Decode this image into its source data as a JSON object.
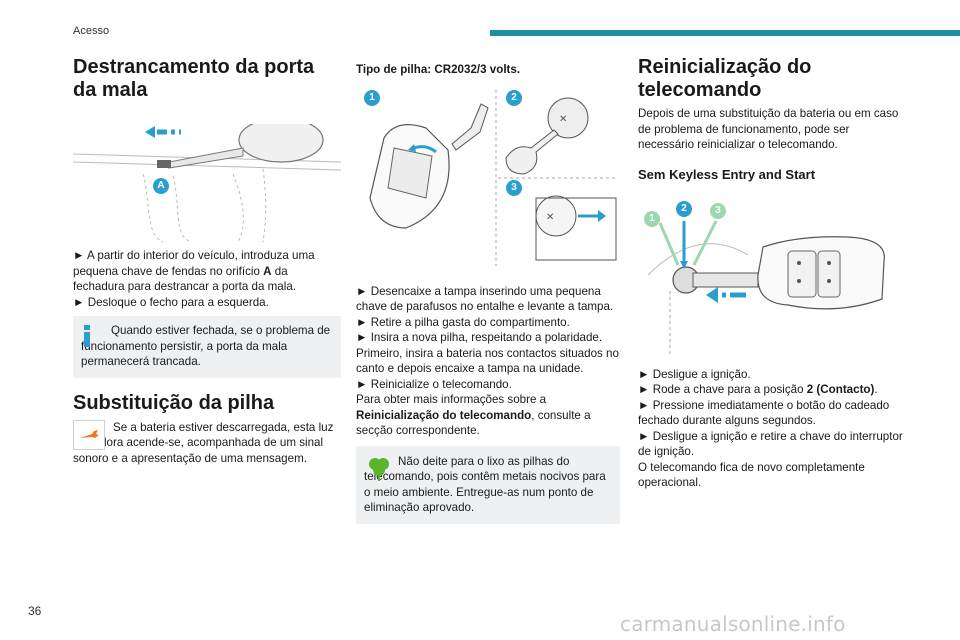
{
  "header": {
    "section": "Acesso",
    "accent_color": "#1e8fa0"
  },
  "page_number": "36",
  "watermark": "carmanualsonline.info",
  "col1": {
    "title": "Destrancamento da porta da mala",
    "figure_label_a": "A",
    "para1_pre": "► A partir do interior do veículo, introduza uma pequena chave de fendas no orifício ",
    "para1_bold": "A",
    "para1_post": " da fechadura para destrancar a porta da mala.",
    "para2": "► Desloque o fecho para a esquerda.",
    "note": "Quando estiver fechada, se o problema de funcionamento persistir, a porta da mala permanecerá trancada.",
    "title2": "Substituição da pilha",
    "warning": "Se a bateria estiver descarregada, esta luz avisadora acende-se, acompanhada de um sinal sonoro e a apresentação de uma mensagem."
  },
  "col2": {
    "battery_type": "Tipo de pilha: CR2032/3 volts.",
    "fig_labels": [
      "1",
      "2",
      "3"
    ],
    "steps": [
      "► Desencaixe a tampa inserindo uma pequena chave de parafusos no entalhe e levante a tampa.",
      "► Retire a pilha gasta do compartimento.",
      "► Insira a nova pilha, respeitando a polaridade. Primeiro, insira a bateria nos contactos situados no canto e depois encaixe a tampa na unidade.",
      "► Reinicialize o telecomando."
    ],
    "more_pre": "Para obter mais informações sobre a ",
    "more_bold": "Reinicialização do telecomando",
    "more_post": ", consulte a secção correspondente.",
    "eco_note": "Não deite para o lixo as pilhas do telecomando, pois contêm metais nocivos para o meio ambiente. Entregue-as num ponto de eliminação aprovado."
  },
  "col3": {
    "title": "Reinicialização do telecomando",
    "intro": "Depois de uma substituição da bateria ou em caso de problema de funcionamento, pode ser necessário reinicializar o telecomando.",
    "subtitle": "Sem Keyless Entry and Start",
    "fig_labels": [
      "1",
      "2",
      "3"
    ],
    "step1": "► Desligue a ignição.",
    "step2_pre": "► Rode a chave para a posição ",
    "step2_bold": "2 (Contacto)",
    "step2_post": ".",
    "step3": "► Pressione imediatamente o botão do cadeado fechado durante alguns segundos.",
    "step4": "► Desligue a ignição e retire a chave do interruptor de ignição.",
    "closing": "O telecomando fica de novo completamente operacional."
  }
}
